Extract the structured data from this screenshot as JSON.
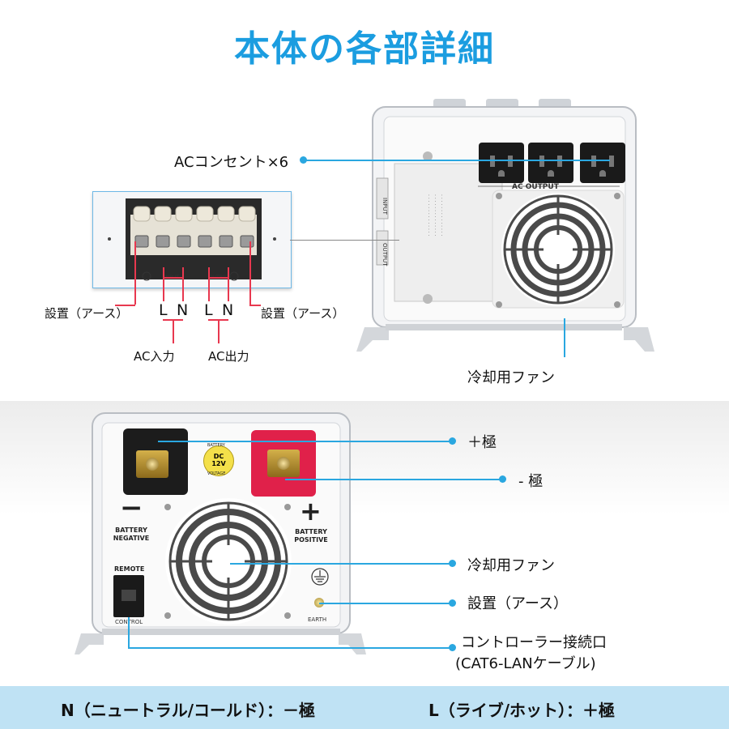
{
  "title": "本体の各部詳細",
  "top_section": {
    "ac_outlets_label": "ACコンセント×6",
    "ground_left_label": "設置（アース）",
    "ground_right_label": "設置（アース）",
    "l1": "L",
    "n1": "N",
    "l2": "L",
    "n2": "N",
    "ac_input_label": "AC入力",
    "ac_output_label": "AC出力",
    "cooling_fan_label": "冷却用ファン",
    "ac_output_panel_text": "AC OUTPUT",
    "terminal_input_text": "INPUT",
    "terminal_output_text": "OUTPUT",
    "panel_input_text": "INPUT",
    "panel_output_text": "OUTPUT"
  },
  "bottom_section": {
    "plus_pole_label": "＋極",
    "minus_pole_label": "- 極",
    "cooling_fan_label": "冷却用ファン",
    "ground_label": "設置（アース）",
    "controller_label_line1": "コントローラー接続口",
    "controller_label_line2": "(CAT6-LANケーブル)",
    "battery_negative_text_1": "BATTERY",
    "battery_negative_text_2": "NEGATIVE",
    "battery_positive_text_1": "BATTERY",
    "battery_positive_text_2": "POSITIVE",
    "dc_badge_top": "BATTERY",
    "dc_badge_mid1": "DC",
    "dc_badge_mid2": "12V",
    "dc_badge_bottom": "VOLTAGE",
    "remote_text": "REMOTE",
    "control_text": "CONTROL",
    "earth_text": "EARTH",
    "minus_symbol": "−",
    "plus_symbol": "+"
  },
  "footer": {
    "n_text": "N（ニュートラル/コールド）：－極",
    "l_text": "L（ライブ/ホット）：＋極"
  },
  "colors": {
    "title": "#1b9de0",
    "leader_blue": "#2aa7e0",
    "leader_red": "#e8384f",
    "footer_bg": "#bfe2f4"
  }
}
